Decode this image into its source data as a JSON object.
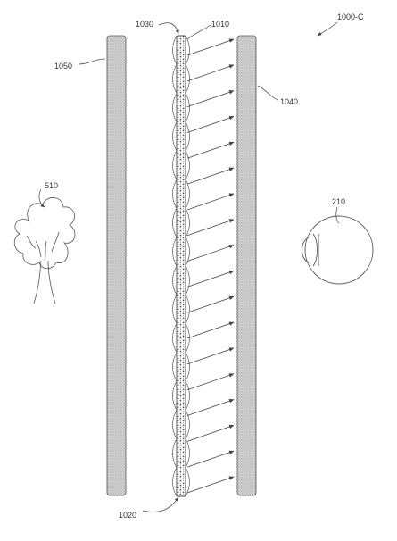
{
  "figure": {
    "figure_id": "1000-C",
    "colors": {
      "line": "#444444",
      "panel_fill": "#d6d6d6",
      "panel_stipple": "#8a8a8a",
      "bead_dot": "#555555"
    }
  },
  "labels": {
    "ref_1030": "1030",
    "ref_1010": "1010",
    "ref_1000c": "1000-C",
    "ref_1050": "1050",
    "ref_1040": "1040",
    "ref_510": "510",
    "ref_210": "210",
    "ref_1020": "1020"
  },
  "components": {
    "left_panel": "panel-1050",
    "center_waveguide": "waveguide-1010",
    "lens_stack": "lens-array-1030",
    "right_panel": "panel-1040",
    "object": "tree-510",
    "viewer": "eye-210",
    "outcoupled_rays": 18
  }
}
